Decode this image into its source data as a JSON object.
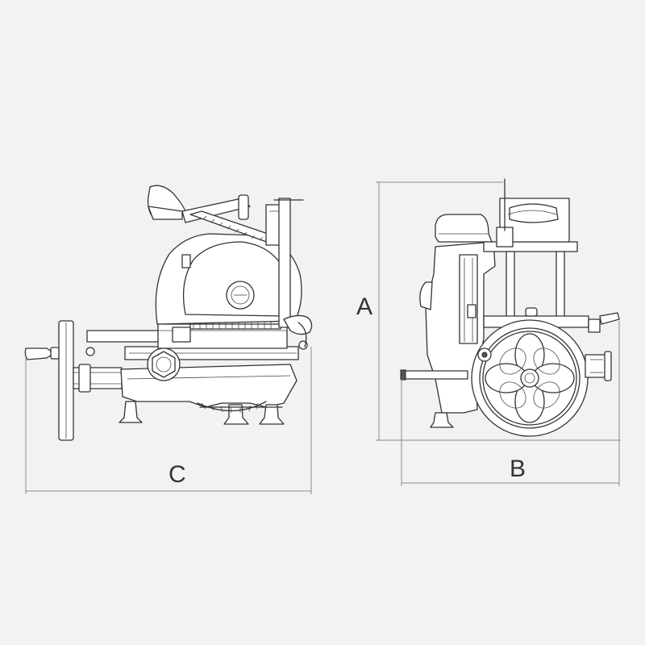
{
  "dimensions": {
    "a_label": "A",
    "b_label": "B",
    "c_label": "C"
  },
  "colors": {
    "background": "#f2f2f2",
    "line": "#333333",
    "dimension_line": "#8a8a8a"
  }
}
